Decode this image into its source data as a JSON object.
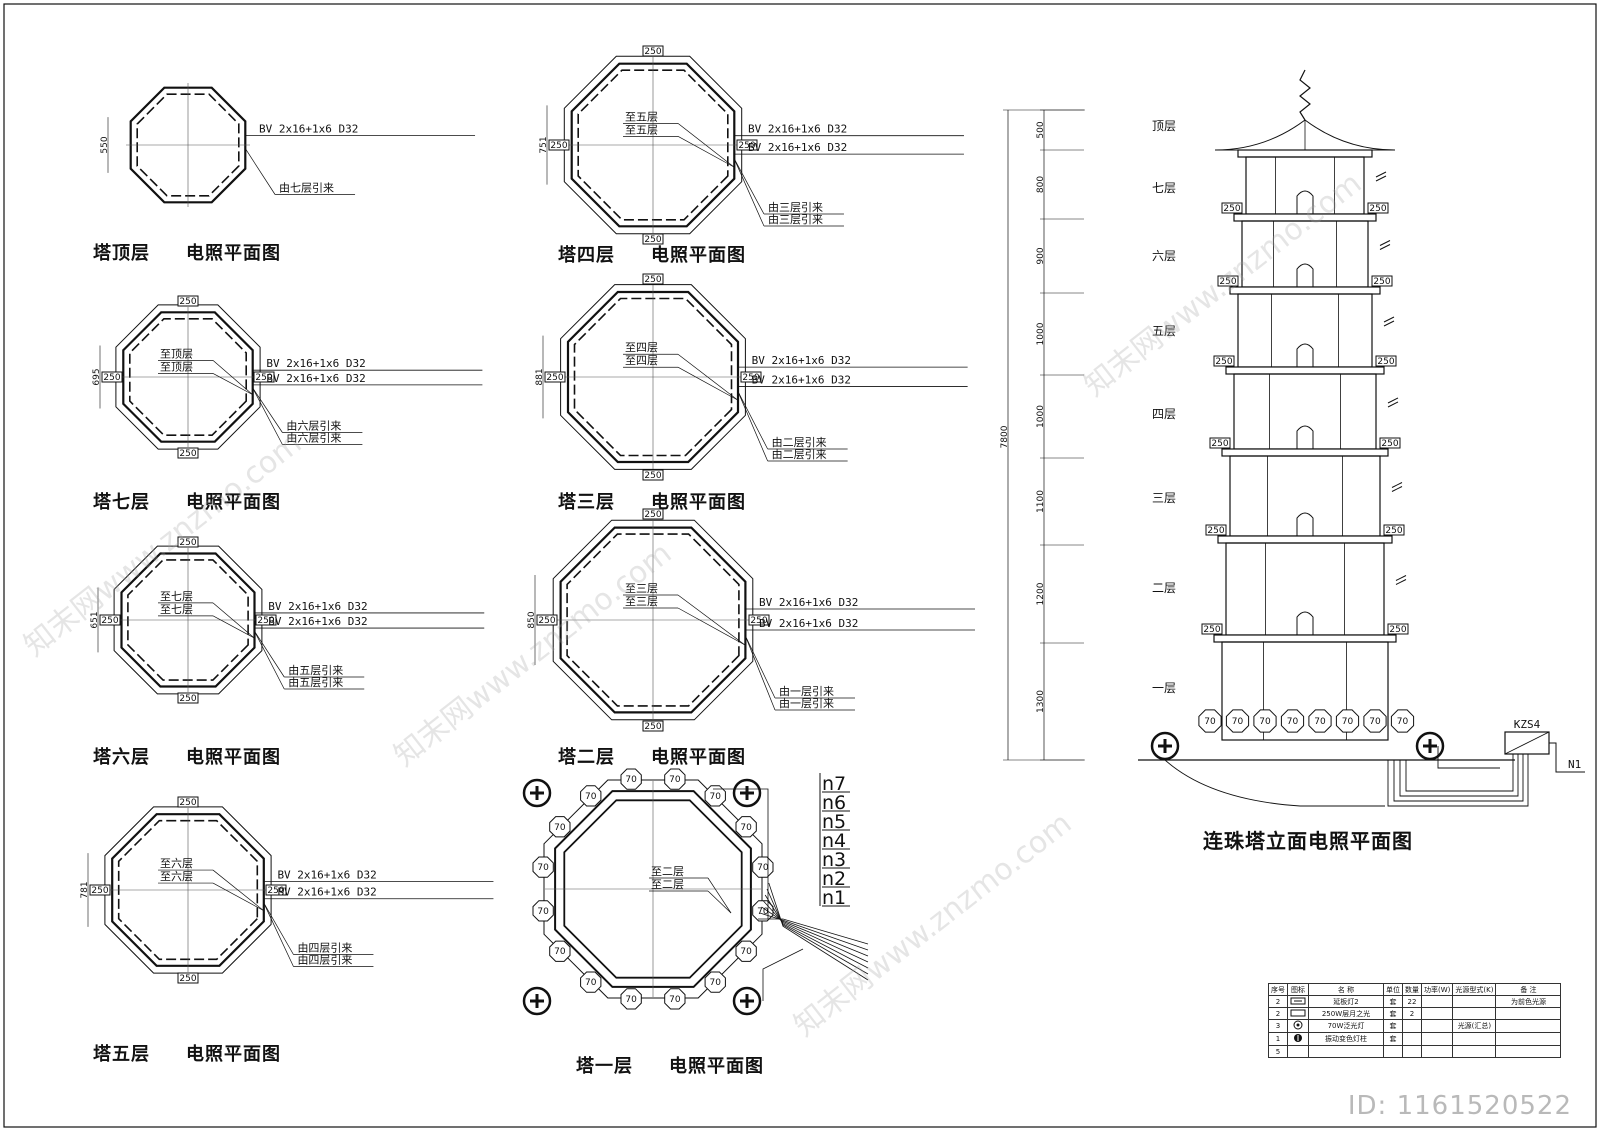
{
  "plans": [
    {
      "title": "塔顶层",
      "subtitle": "电照平面图",
      "feed": [
        "BV 2x16+1x6  D32"
      ],
      "to": [],
      "from": [
        "由七层引来"
      ],
      "dim": "550"
    },
    {
      "title": "塔七层",
      "subtitle": "电照平面图",
      "feed": [
        "BV 2x16+1x6  D32",
        "BV 2x16+1x6  D32"
      ],
      "to": [
        "至顶层",
        "至顶层"
      ],
      "from": [
        "由六层引来",
        "由六层引来"
      ],
      "dim": "695"
    },
    {
      "title": "塔六层",
      "subtitle": "电照平面图",
      "feed": [
        "BV 2x16+1x6  D32",
        "BV 2x16+1x6  D32"
      ],
      "to": [
        "至七层",
        "至七层"
      ],
      "from": [
        "由五层引来",
        "由五层引来"
      ],
      "dim": "651"
    },
    {
      "title": "塔五层",
      "subtitle": "电照平面图",
      "feed": [
        "BV 2x16+1x6  D32",
        "BV 2x16+1x6  D32"
      ],
      "to": [
        "至六层",
        "至六层"
      ],
      "from": [
        "由四层引来",
        "由四层引来"
      ],
      "dim": "781"
    },
    {
      "title": "塔四层",
      "subtitle": "电照平面图",
      "feed": [
        "BV 2x16+1x6  D32",
        "BV 2x16+1x6  D32"
      ],
      "to": [
        "至五层",
        "至五层"
      ],
      "from": [
        "由三层引来",
        "由三层引来"
      ],
      "dim": "751"
    },
    {
      "title": "塔三层",
      "subtitle": "电照平面图",
      "feed": [
        "BV 2x16+1x6  D32",
        "BV 2x16+1x6  D32"
      ],
      "to": [
        "至四层",
        "至四层"
      ],
      "from": [
        "由二层引来",
        "由二层引来"
      ],
      "dim": "881"
    },
    {
      "title": "塔二层",
      "subtitle": "电照平面图",
      "feed": [
        "BV 2x16+1x6  D32",
        "BV 2x16+1x6  D32"
      ],
      "to": [
        "至三层",
        "至三层"
      ],
      "from": [
        "由一层引来",
        "由一层引来"
      ],
      "dim": "850"
    }
  ],
  "ground_plan": {
    "title": "塔一层",
    "subtitle": "电照平面图",
    "to": [
      "至二层",
      "至二层"
    ],
    "circuits": [
      "n7",
      "n6",
      "n5",
      "n4",
      "n3",
      "n2",
      "n1"
    ],
    "light_label": "70"
  },
  "fixture_tag": "250",
  "elevation": {
    "title": "连珠塔立面电照平面图",
    "total_height": "7800",
    "heights": [
      "500",
      "800",
      "900",
      "1000",
      "1000",
      "1100",
      "1200",
      "1300"
    ],
    "floors": [
      "顶层",
      "七层",
      "六层",
      "五层",
      "四层",
      "三层",
      "二层",
      "一层"
    ],
    "panel": "KZS4",
    "feeder": "N1",
    "base_light": "70"
  },
  "legend": {
    "headers": [
      "序号",
      "图标",
      "名    称",
      "单位",
      "数量",
      "功率(W)",
      "光源型式(K)",
      "备    注"
    ],
    "rows": [
      [
        "2",
        "",
        "延板灯2",
        "套",
        "22",
        "",
        "",
        "为前色光源"
      ],
      [
        "2",
        "",
        "250W层月之光",
        "套",
        "2",
        "",
        "",
        ""
      ],
      [
        "3",
        "",
        "70W泛光灯",
        "套",
        "",
        "",
        "光源(汇总)",
        ""
      ],
      [
        "1",
        "",
        "振动变色灯柱",
        "套",
        "",
        "",
        "",
        ""
      ],
      [
        "5",
        "",
        "",
        "",
        "",
        "",
        "",
        ""
      ]
    ]
  },
  "watermark_id": "ID: 1161520522",
  "watermark_text": "知末网www.znzmo.com"
}
